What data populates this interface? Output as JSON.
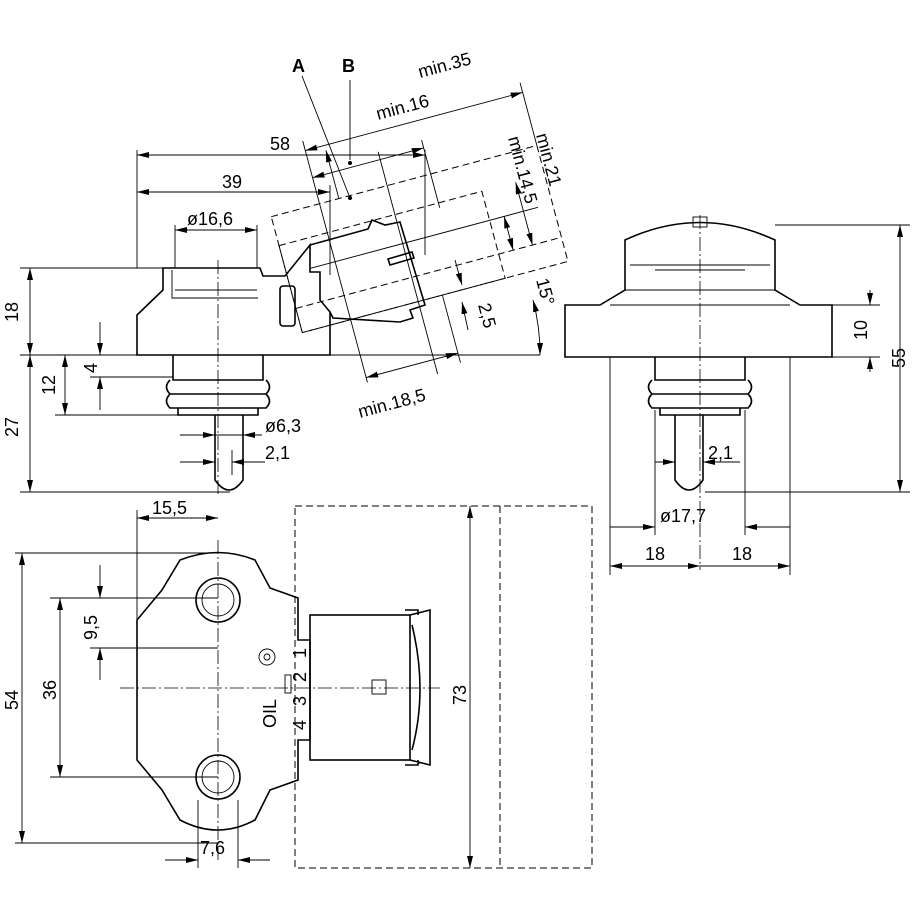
{
  "colors": {
    "line": "#000000",
    "background": "#ffffff"
  },
  "callouts": {
    "a": "A",
    "b": "B"
  },
  "side_view": {
    "min35": "min.35",
    "min16": "min.16",
    "w58": "58",
    "w39": "39",
    "d166": "ø16,6",
    "min21": "min.21",
    "min145": "min.14,5",
    "angle": "15°",
    "off25": "2,5",
    "min185": "min.18,5",
    "h18": "18",
    "h27": "27",
    "h4": "4",
    "h12": "12",
    "d63": "ø6,3",
    "w21": "2,1"
  },
  "front_view": {
    "h10": "10",
    "h55": "55",
    "w21": "2,1",
    "d177": "ø17,7",
    "w18a": "18",
    "w18b": "18"
  },
  "bottom_view": {
    "w155": "15,5",
    "h54": "54",
    "h36": "36",
    "h95": "9,5",
    "h73": "73",
    "w76": "7,6",
    "oil": "OIL",
    "pins": [
      "1",
      "2",
      "3",
      "4"
    ]
  }
}
